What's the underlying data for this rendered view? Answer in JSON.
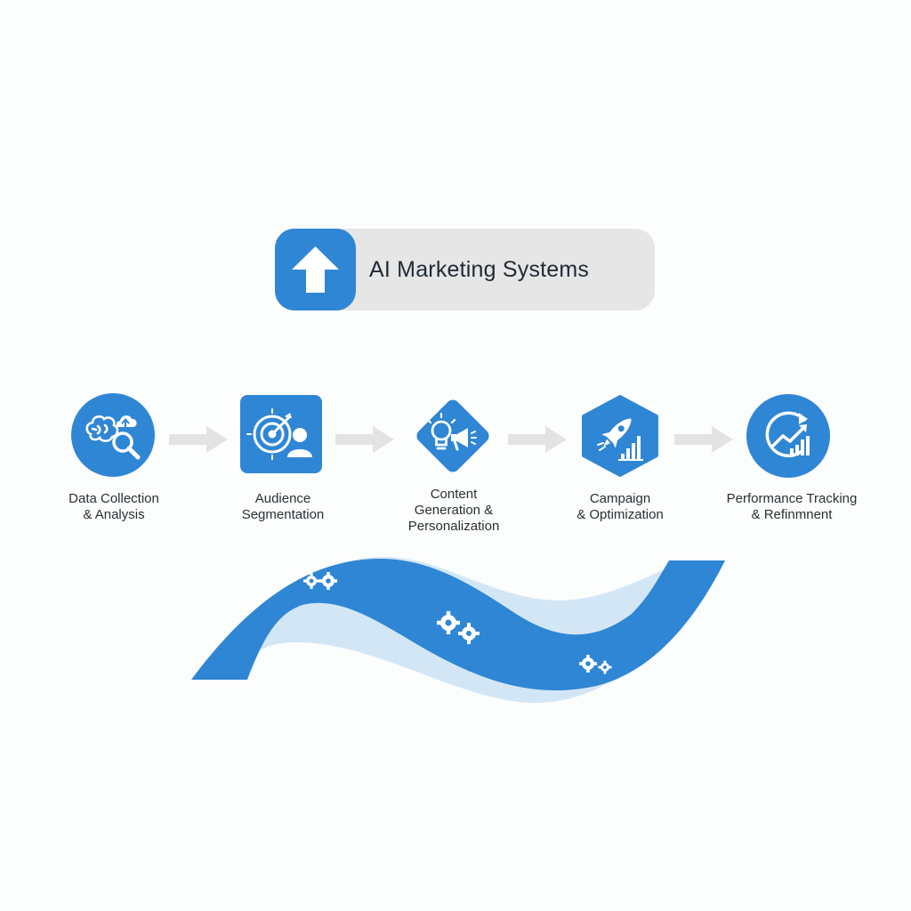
{
  "header": {
    "title": "AI Marketing Systems",
    "icon": "arrow-up-icon"
  },
  "steps": [
    {
      "lines": [
        "Data Collection",
        "& Analysis"
      ],
      "icon": "brain-cloud-search-icon"
    },
    {
      "lines": [
        "Audience",
        "Segmentation"
      ],
      "icon": "target-user-icon"
    },
    {
      "lines": [
        "Content",
        "Generation &",
        "Personalization"
      ],
      "icon": "lightbulb-megaphone-icon"
    },
    {
      "lines": [
        "Campaign",
        "& Optimization"
      ],
      "icon": "rocket-chart-icon"
    },
    {
      "lines": [
        "Performance Tracking",
        "& Refinmnent"
      ],
      "icon": "growth-refresh-icon"
    }
  ],
  "colors": {
    "primary": "#2f86d4",
    "light_band": "#cfe3f5",
    "title_bg": "#e6e6e6",
    "arrow": "#e3e3e3",
    "text": "#2b2f33"
  }
}
